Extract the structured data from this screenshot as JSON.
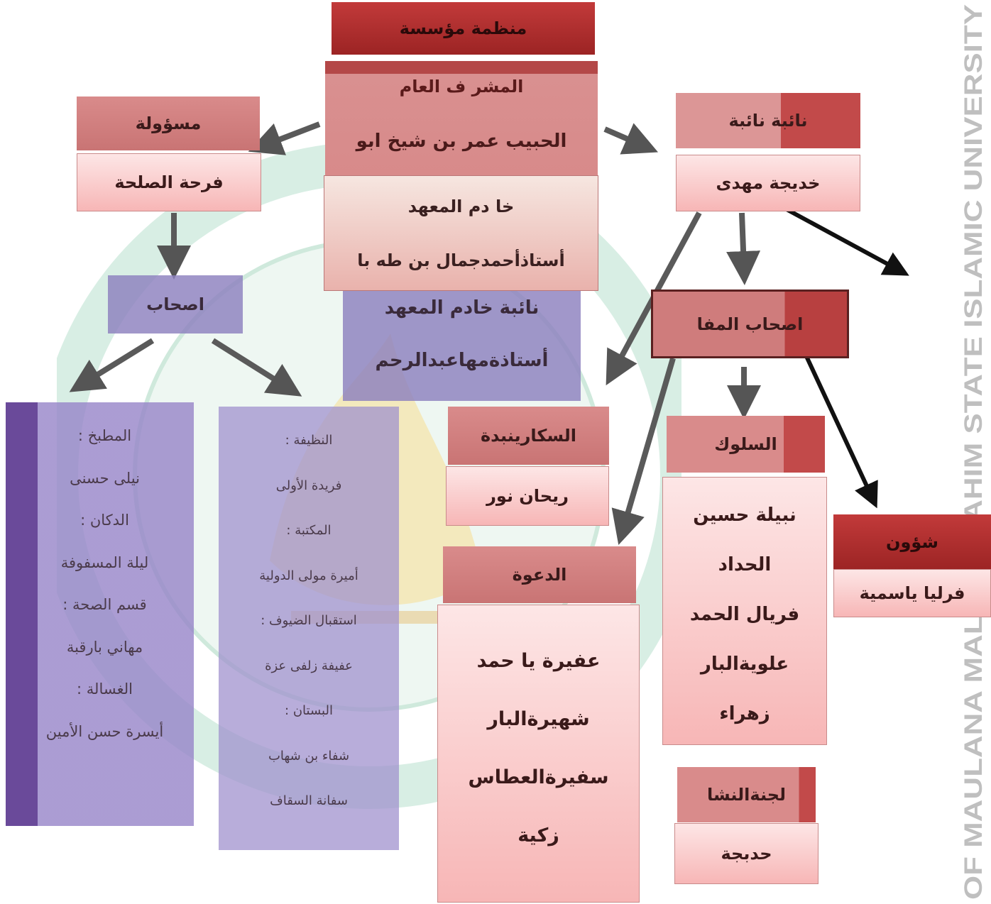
{
  "watermark": {
    "side_text": "OF MAULANA MALIK IBRAHIM STATE ISLAMIC UNIVERSITY"
  },
  "colors": {
    "header_red": "#c23a3a",
    "header_rose": "#d98b8b",
    "name_pink": "#fbd0d0",
    "purple": "#8c80be"
  },
  "top": {
    "title": "منظمة مؤسسة"
  },
  "supervisor": {
    "line1": "المشر ف العام",
    "line2": "الحبيب عمر بن شيخ ابو"
  },
  "director": {
    "line1": "خا دم المعهد",
    "line2": "أستاذأحمدجمال بن طه با"
  },
  "deputy_director": {
    "line1": "نائبة خادم المعهد",
    "line2": "أستاذةمهاعبدالرحم"
  },
  "left_head": {
    "title": "مسؤولة",
    "name": "فرحة الصلحة"
  },
  "right_head": {
    "title": "نائبة نائبة",
    "name": "خديجة مهدى"
  },
  "ashab": {
    "title": "اصحاب"
  },
  "ashab_mafa": {
    "title": "اصحاب المفا"
  },
  "list_left": {
    "items": [
      "المطبخ :",
      "نيلى حسنى",
      "الدكان :",
      "ليلة المسفوفة",
      "قسم الصحة :",
      "مهاني بارقبة",
      "الغسالة :",
      "أيسرة حسن الأمين"
    ]
  },
  "list_mid": {
    "items": [
      "النظيفة :",
      "فريدة الأولى",
      "المكتبة :",
      "أميرة مولى الدولية",
      "استقبال الضيوف :",
      "عفيفة زلفى عزة",
      "البستان :",
      "شفاء بن شهاب",
      "سفانة السقاف"
    ]
  },
  "secretary": {
    "title": "السكارينبدة",
    "name": "ريحان نور"
  },
  "dawah": {
    "title": "الدعوة",
    "members": [
      "عفيرة يا حمد",
      "شهيرةالبار",
      "سفيرةالعطاس",
      "زكية"
    ]
  },
  "suluk": {
    "title": "السلوك",
    "members": [
      "نبيلة حسين",
      "الحداد",
      "فريال الحمد",
      "علويةالبار",
      "زهراء"
    ]
  },
  "lajna": {
    "title": "لجنةالنشا",
    "name": "حدبجة"
  },
  "shuun": {
    "title": "شؤون",
    "name": "فرليا ياسمية"
  }
}
